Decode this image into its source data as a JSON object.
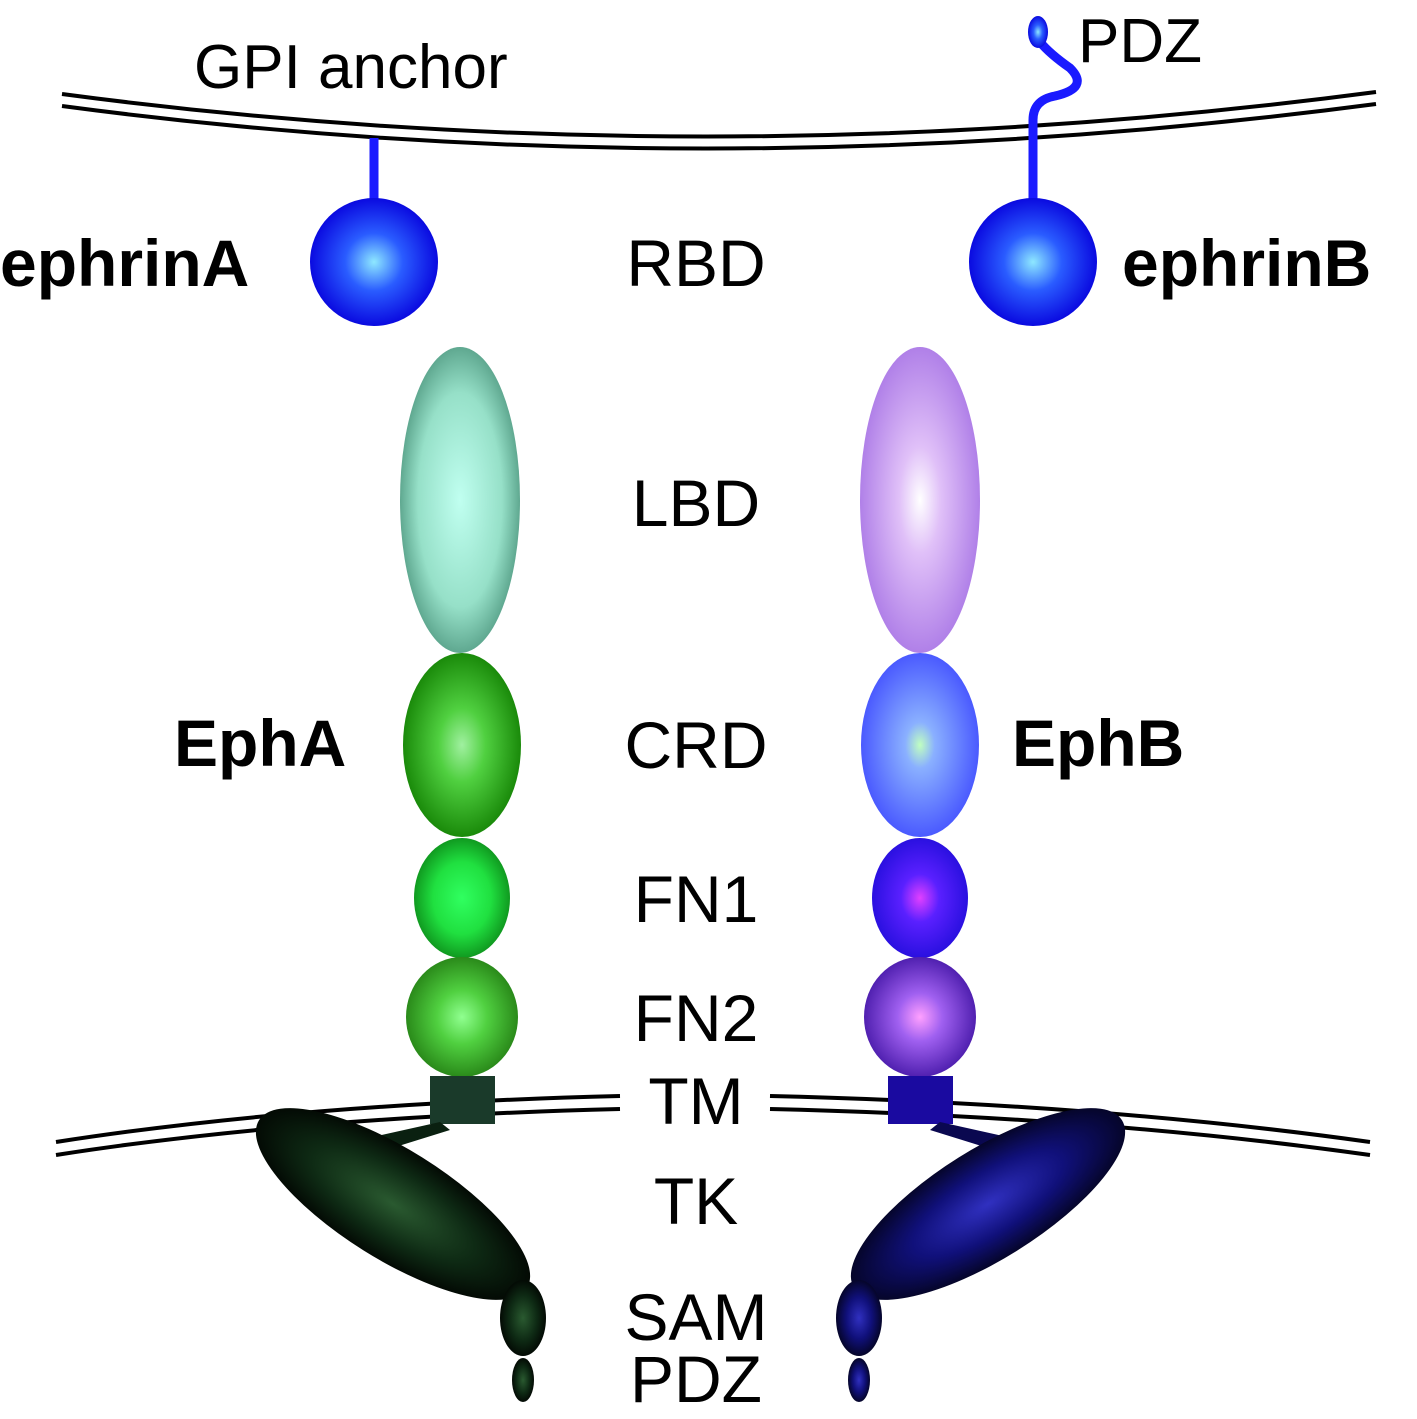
{
  "labels": {
    "gpi_anchor": "GPI anchor",
    "pdz_top": "PDZ",
    "ephrin_a": "ephrinA",
    "ephrin_b": "ephrinB",
    "eph_a": "EphA",
    "eph_b": "EphB"
  },
  "domains": {
    "rbd": "RBD",
    "lbd": "LBD",
    "crd": "CRD",
    "fn1": "FN1",
    "fn2": "FN2",
    "tm": "TM",
    "tk": "TK",
    "sam": "SAM",
    "pdz": "PDZ"
  },
  "colors": {
    "ephrin": "#1a1aff",
    "epha_lbd": "#a8f5e0",
    "epha_crd": "#22a010",
    "epha_fn1": "#18e030",
    "epha_fn2": "#40c030",
    "epha_tm": "#1a3a2a",
    "epha_tk": "#0a2010",
    "ephb_lbd": "#d8b0f5",
    "ephb_crd": "#6a80ff",
    "ephb_fn1": "#4010ff",
    "ephb_fn2": "#7040e0",
    "ephb_tm": "#1a0aa0",
    "ephb_tk": "#0a0850"
  }
}
